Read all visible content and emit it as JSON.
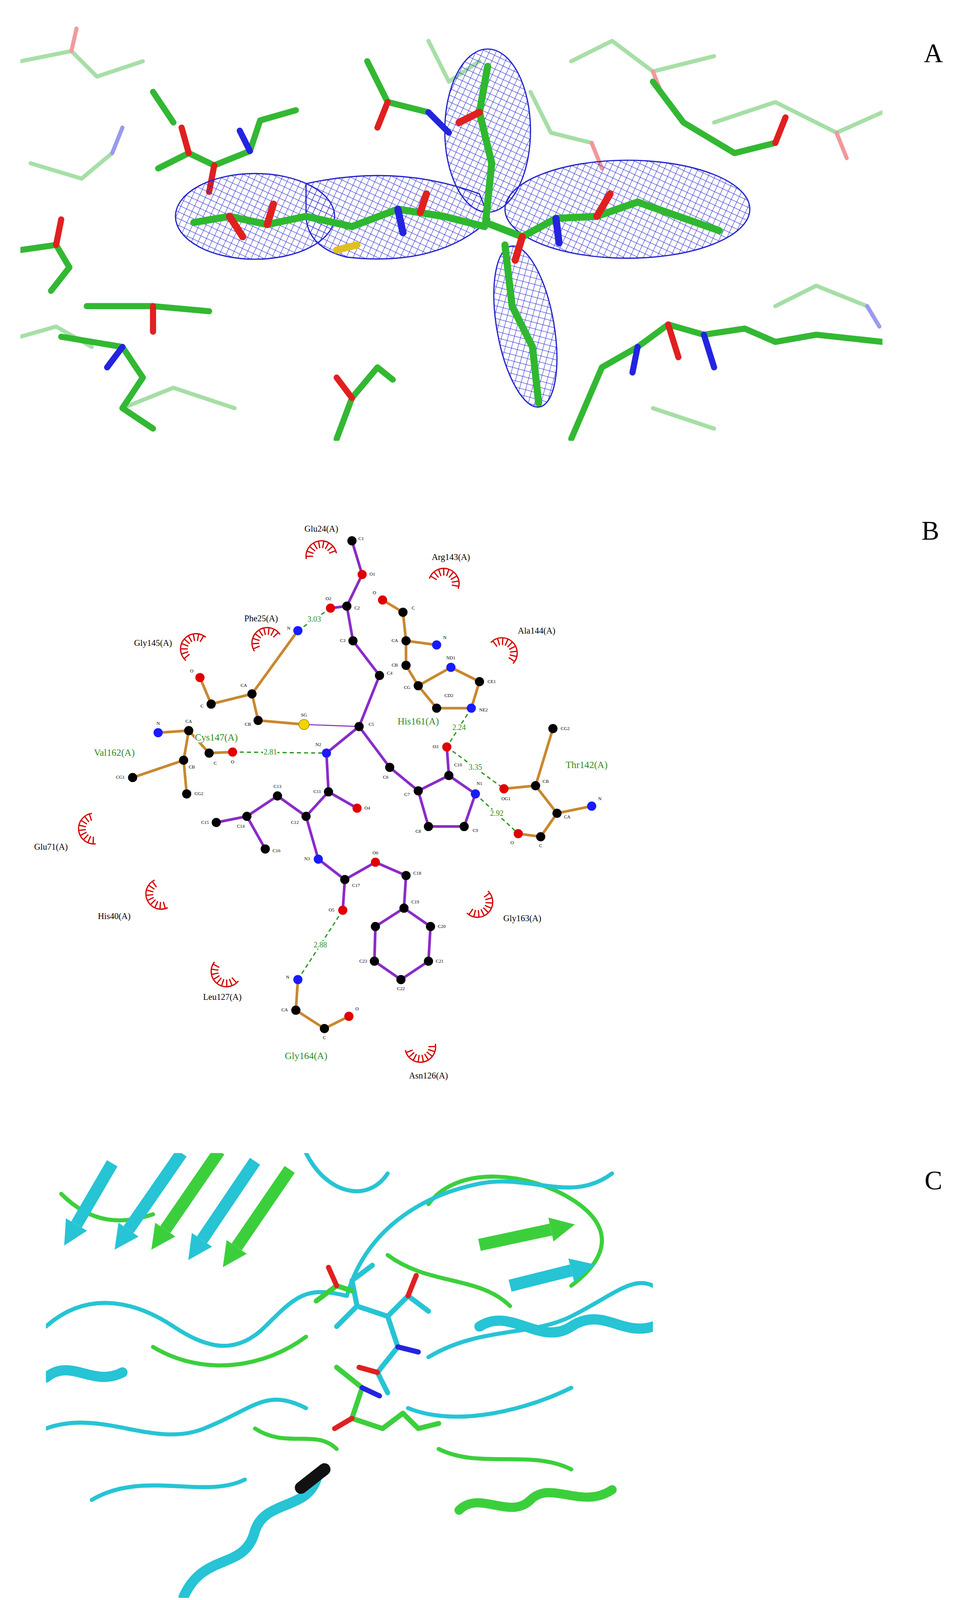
{
  "diagram": {
    "labels": [
      "A",
      "B",
      "Glu24(A)",
      "Arg143(A)",
      "Phe25(A)",
      "Ala144(A)",
      "Gly145(A)",
      "His161(A)",
      "3.03",
      "Cys147(A)",
      "2.24",
      "3.35",
      "Thr142(A)",
      "Val162(A)",
      "2.81",
      "2.92",
      "Glu71(A)",
      "His40(A)",
      "Gly163(A)",
      "Leu127(A)",
      "2.88",
      "Gly164(A)",
      "Asn126(A)",
      "C1",
      "O1",
      "C2",
      "O2",
      "C3",
      "C4",
      "C5",
      "N2",
      "C6",
      "C7",
      "C8",
      "C9",
      "N1",
      "C10",
      "O3",
      "C11",
      "O4",
      "C12",
      "C13",
      "C14",
      "C15",
      "C16",
      "N3",
      "C17",
      "O5",
      "O6",
      "C18",
      "C19",
      "C20",
      "C21",
      "C22",
      "C23",
      "O",
      "C",
      "CA",
      "N",
      "CB",
      "SG",
      "N",
      "CA",
      "C",
      "O",
      "CB",
      "CG1",
      "CG2",
      "O",
      "C",
      "CA",
      "N",
      "CB",
      "CG",
      "ND1",
      "CE1",
      "NE2",
      "CD2",
      "CG2",
      "CB",
      "OG1",
      "CA",
      "N",
      "C",
      "O",
      "N",
      "CA",
      "C",
      "O",
      "C"
    ]
  }
}
